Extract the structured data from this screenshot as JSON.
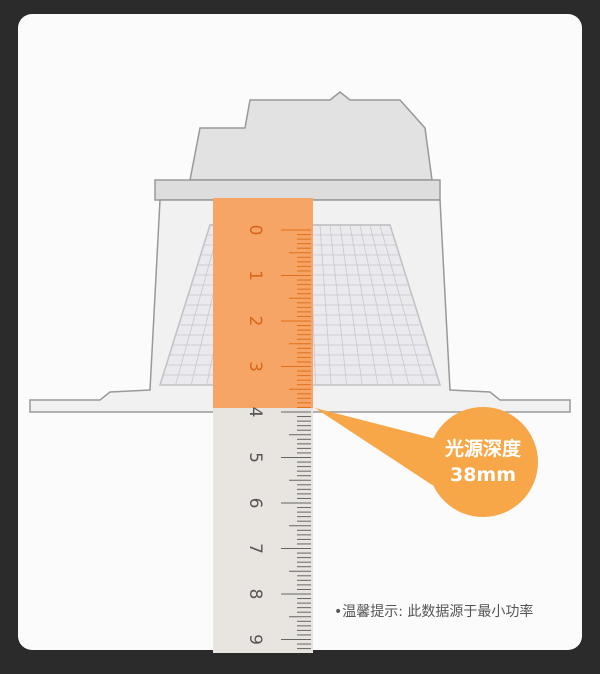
{
  "callout": {
    "title": "光源深度",
    "value": "38mm",
    "color": "#f7a748"
  },
  "ruler": {
    "numbers": [
      "0",
      "1",
      "2",
      "3",
      "4",
      "5",
      "6",
      "7",
      "8",
      "9"
    ],
    "orange_color": "#f6a566",
    "wood_color": "#e8e4df"
  },
  "note": "•温馨提示: 此数据源于最小功率"
}
